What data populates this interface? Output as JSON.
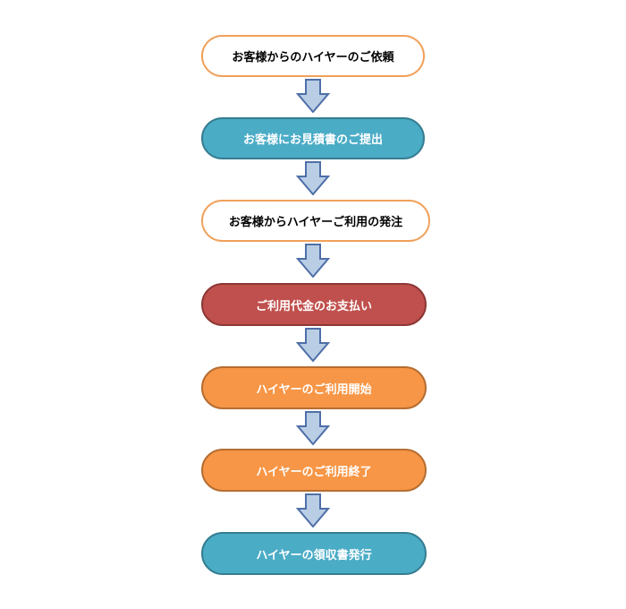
{
  "steps": [
    {
      "label": "お客様からのハイヤーのご依頼",
      "fill": "#ffffff",
      "border": "#f0a15b",
      "text_color": "#000000"
    },
    {
      "label": "お客様にお見積書のご提出",
      "fill": "#4bacc6",
      "border": "#357d91",
      "text_color": "#ffffff"
    },
    {
      "label": "お客様からハイヤーご利用の発注",
      "fill": "#ffffff",
      "border": "#f0a15b",
      "text_color": "#000000"
    },
    {
      "label": "ご利用代金のお支払い",
      "fill": "#c0504d",
      "border": "#8c3836",
      "text_color": "#ffffff"
    },
    {
      "label": "ハイヤーのご利用開始",
      "fill": "#f79646",
      "border": "#b66d31",
      "text_color": "#ffffff"
    },
    {
      "label": "ハイヤーのご利用終了",
      "fill": "#f79646",
      "border": "#b66d31",
      "text_color": "#ffffff"
    },
    {
      "label": "ハイヤーの領収書発行",
      "fill": "#4bacc6",
      "border": "#357d91",
      "text_color": "#ffffff"
    }
  ],
  "arrow_colors": {
    "fill": "#b9cde5",
    "stroke": "#4f6fa8"
  }
}
